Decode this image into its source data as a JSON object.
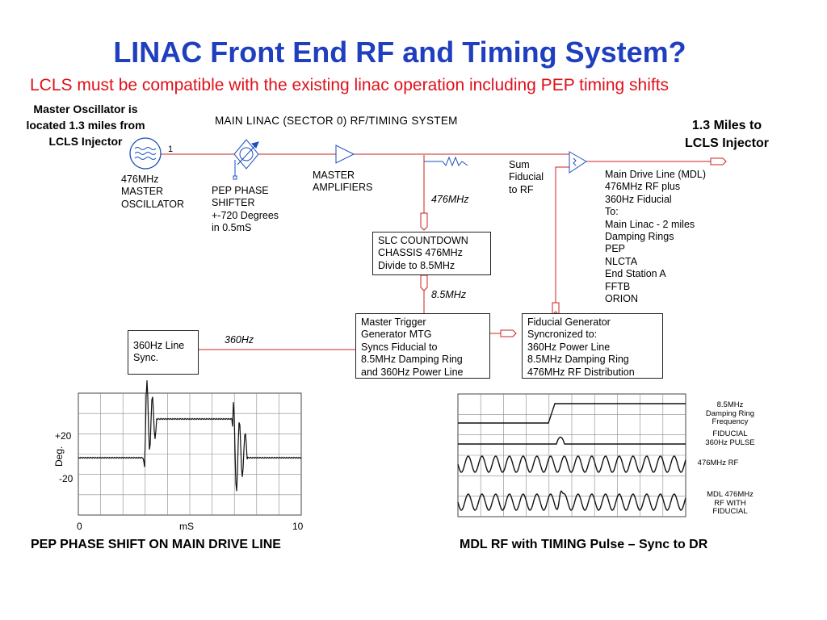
{
  "slide": {
    "title": "LINAC Front End RF and Timing System?",
    "subtitle": "LCLS must be compatible with the existing linac operation including PEP timing shifts"
  },
  "notes": {
    "oscillator_location": [
      "Master Oscillator is",
      "located 1.3 miles from",
      "LCLS Injector"
    ],
    "distance": [
      "1.3 Miles to",
      "LCLS Injector"
    ]
  },
  "diagram": {
    "heading": "MAIN LINAC (SECTOR 0) RF/TIMING SYSTEM",
    "oscillator_pin": "1",
    "oscillator_label": [
      "476MHz",
      "MASTER",
      "OSCILLATOR"
    ],
    "phase_shifter_label": [
      "PEP PHASE",
      "SHIFTER",
      "+-720 Degrees",
      "in 0.5mS"
    ],
    "amplifier_label": [
      "MASTER",
      "AMPLIFIERS"
    ],
    "sum_label": [
      "Sum",
      "Fiducial",
      "to RF"
    ],
    "mdl_label": [
      "Main Drive Line (MDL)",
      "476MHz RF plus",
      "360Hz Fiducial",
      "To:",
      "Main Linac - 2 miles",
      "Damping Rings",
      "PEP",
      "NLCTA",
      "End Station A",
      "FFTB",
      "ORION"
    ],
    "freq_476": "476MHz",
    "freq_8_5": "8.5MHz",
    "freq_360": "360Hz",
    "slc_box": [
      "SLC COUNTDOWN",
      "CHASSIS 476MHz",
      "Divide to 8.5MHz"
    ],
    "mtg_box": [
      "Master Trigger",
      "Generator MTG",
      "Syncs Fiducial to",
      "8.5MHz Damping Ring",
      "and 360Hz Power Line"
    ],
    "fiducial_box": [
      "Fiducial Generator",
      "Syncronized to:",
      "360Hz Power Line",
      "8.5MHz Damping Ring",
      "476MHz RF Distribution"
    ],
    "line_sync_box": [
      "360Hz Line",
      "Sync."
    ],
    "line_color": "#cc2020"
  },
  "phase_plot": {
    "xlabel": "mS",
    "ylabel": "Deg.",
    "x_ticks": [
      "0",
      "10"
    ],
    "y_ticks": [
      "+20",
      "-20"
    ],
    "caption": "PEP PHASE SHIFT ON MAIN DRIVE LINE"
  },
  "timing_plot": {
    "traces": [
      {
        "label": [
          "8.5MHz",
          "Damping Ring",
          "Frequency"
        ]
      },
      {
        "label": [
          "FIDUCIAL",
          "360Hz PULSE"
        ]
      },
      {
        "label": [
          "476MHz RF"
        ]
      },
      {
        "label": [
          "MDL 476MHz",
          "RF WITH",
          "FIDUCIAL"
        ]
      }
    ],
    "caption": "MDL RF with TIMING Pulse – Sync to DR"
  }
}
